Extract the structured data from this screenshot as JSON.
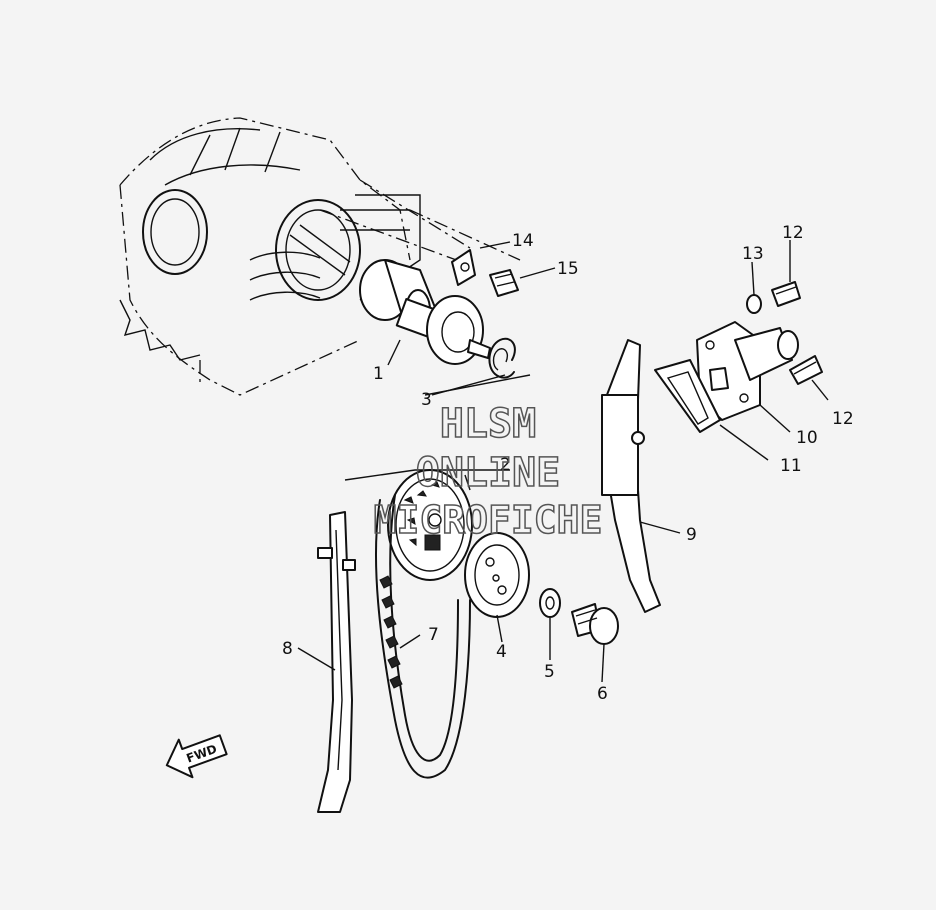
{
  "callouts": {
    "p1": "1",
    "p2": "2",
    "p3": "3",
    "p4": "4",
    "p5": "5",
    "p6": "6",
    "p7": "7",
    "p8": "8",
    "p9": "9",
    "p10": "10",
    "p11": "11",
    "p12a": "12",
    "p12b": "12",
    "p13": "13",
    "p14": "14",
    "p15": "15"
  },
  "direction_arrow": "FWD",
  "watermark": {
    "line1": "HLSM",
    "line2": "ONLINE",
    "line3": "MICROFICHE"
  }
}
